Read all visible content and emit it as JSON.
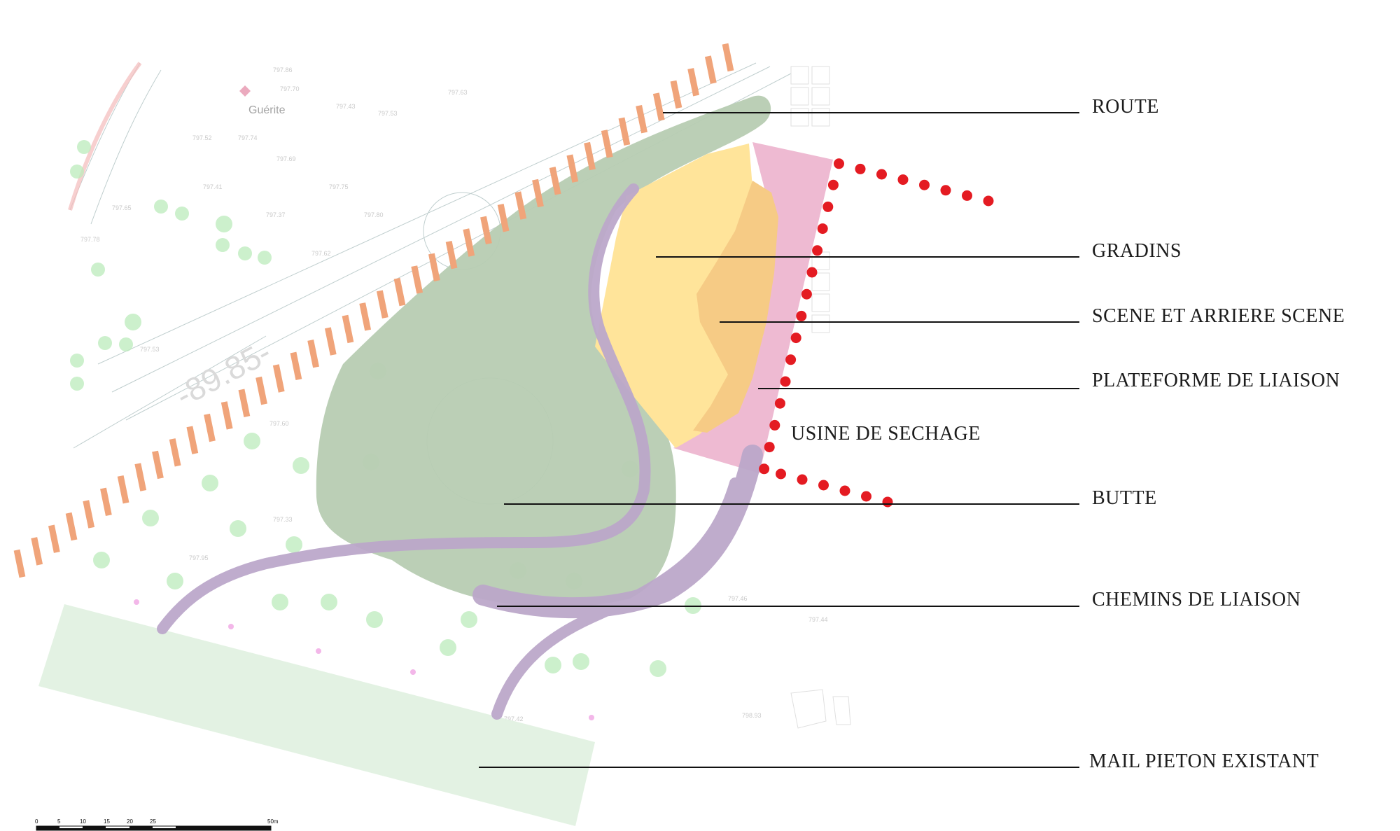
{
  "labels": {
    "route": "ROUTE",
    "gradins": "GRADINS",
    "scene": "SCENE ET ARRIERE SCENE",
    "plateforme": "PLATEFORME DE LIAISON",
    "usine": "USINE DE SECHAGE",
    "butte": "BUTTE",
    "chemins": "CHEMINS DE LIAISON",
    "mail": "MAIL PIETON EXISTANT"
  },
  "background_plan": {
    "guerite": "Guérite",
    "road_level": "-89.85-",
    "spot_heights": [
      "797.86",
      "797.70",
      "797.43",
      "797.53",
      "797.63",
      "797.52",
      "797.74",
      "797.69",
      "797.75",
      "797.41",
      "797.37",
      "797.80",
      "797.65",
      "797.78",
      "797.62",
      "797.53",
      "797.60",
      "797.33",
      "797.95",
      "797.46",
      "797.44",
      "797.42",
      "798.93"
    ]
  },
  "scale_bar": {
    "ticks": [
      "0",
      "5",
      "10",
      "15",
      "20",
      "25",
      "50m"
    ]
  },
  "colors": {
    "route_stripes": "#f0a47a",
    "butte": "#b7ccb2",
    "gradins": "#ffe49a",
    "scene": "#f6cb85",
    "plateforme": "#eebad2",
    "chemins": "#bca8ca",
    "mail": "#e2f1e2",
    "usine_dots": "#e41b22"
  }
}
